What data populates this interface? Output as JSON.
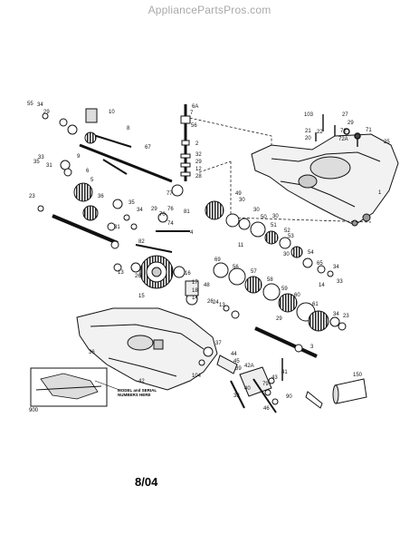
{
  "watermark": "AppliancePartsPros.com",
  "footer": {
    "date": "8/04"
  },
  "inset": {
    "label": "900"
  },
  "model_note": "MODEL and SERIAL NUMBERS HERE",
  "callouts": [
    "103",
    "27",
    "29",
    "71",
    "21",
    "22",
    "72",
    "20",
    "72A",
    "25",
    "1",
    "55",
    "34",
    "29",
    "10",
    "8",
    "67",
    "6A",
    "56",
    "2",
    "32",
    "29",
    "12",
    "28",
    "7",
    "9",
    "33",
    "35",
    "31",
    "6",
    "5",
    "23",
    "36",
    "35",
    "34",
    "29",
    "70",
    "31",
    "13",
    "26",
    "82",
    "74",
    "77",
    "76",
    "81",
    "11",
    "49",
    "30",
    "30",
    "50",
    "51",
    "30",
    "52",
    "53",
    "30",
    "54",
    "65",
    "34",
    "33",
    "15",
    "16",
    "18",
    "24",
    "4",
    "17",
    "14",
    "69",
    "56",
    "57",
    "58",
    "59",
    "60",
    "61",
    "14",
    "26",
    "13",
    "48",
    "29",
    "34",
    "23",
    "3",
    "36",
    "37",
    "44",
    "45",
    "39",
    "42A",
    "41",
    "43",
    "79",
    "38",
    "104",
    "42",
    "46",
    "40",
    "90",
    "150"
  ],
  "icons": {
    "transaxle-housing": "housing-icon",
    "gear": "gear-icon",
    "shaft": "shaft-icon",
    "bolt": "bolt-icon",
    "washer": "washer-icon"
  }
}
